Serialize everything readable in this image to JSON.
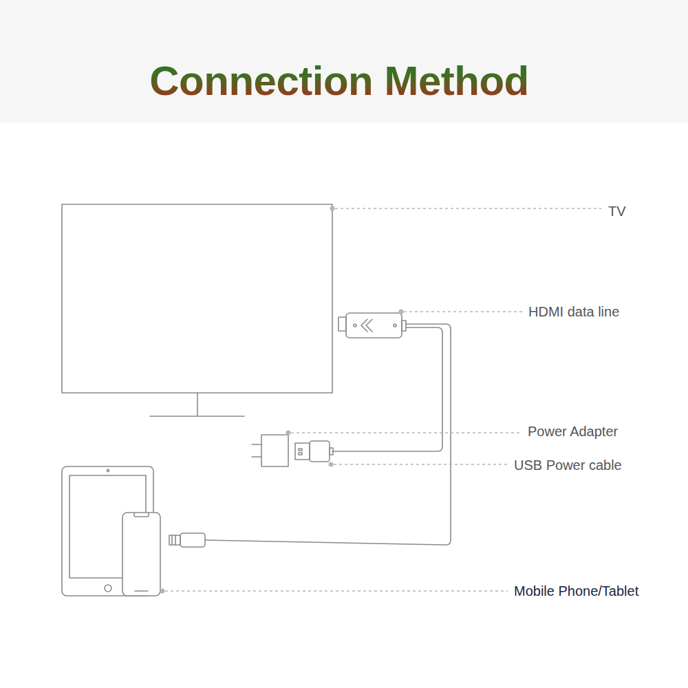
{
  "diagram": {
    "title": "Connection Method",
    "labels": [
      "TV",
      "HDMI data line",
      "Power Adapter",
      "USB Power cable",
      "Mobile Phone/Tablet"
    ]
  }
}
